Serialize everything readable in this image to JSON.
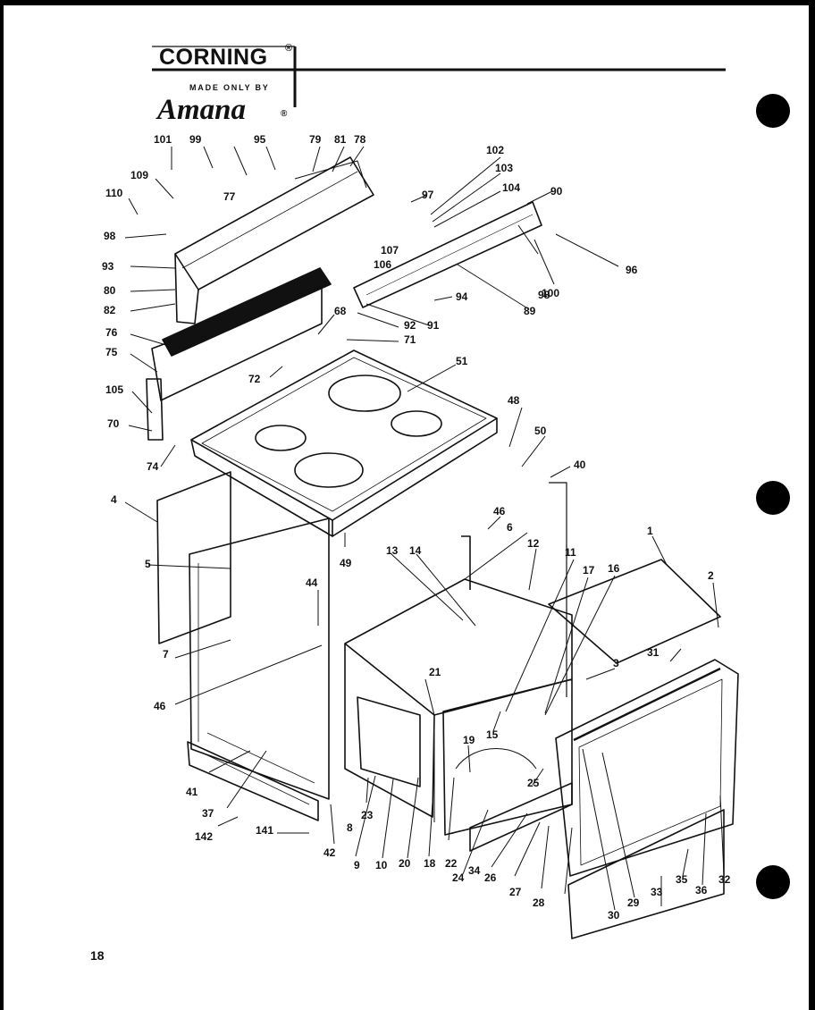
{
  "header": {
    "brand": "CORNING",
    "brand_mark": "®",
    "made_by": "MADE ONLY BY",
    "maker": "Amana",
    "maker_mark": "®"
  },
  "page_number": "18",
  "colors": {
    "ink": "#111111",
    "paper": "#ffffff"
  },
  "callouts": [
    "1",
    "2",
    "3",
    "4",
    "5",
    "6",
    "7",
    "8",
    "9",
    "10",
    "11",
    "12",
    "13",
    "14",
    "15",
    "16",
    "17",
    "18",
    "19",
    "20",
    "21",
    "22",
    "23",
    "24",
    "25",
    "26",
    "27",
    "28",
    "29",
    "30",
    "31",
    "32",
    "33",
    "34",
    "35",
    "36",
    "37",
    "40",
    "41",
    "42",
    "44",
    "46",
    "46",
    "48",
    "49",
    "50",
    "51",
    "68",
    "70",
    "71",
    "72",
    "74",
    "75",
    "76",
    "77",
    "78",
    "79",
    "80",
    "81",
    "82",
    "89",
    "90",
    "91",
    "92",
    "93",
    "94",
    "95",
    "96",
    "97",
    "98",
    "98",
    "99",
    "100",
    "101",
    "102",
    "103",
    "104",
    "105",
    "106",
    "107",
    "109",
    "110",
    "141",
    "142"
  ]
}
